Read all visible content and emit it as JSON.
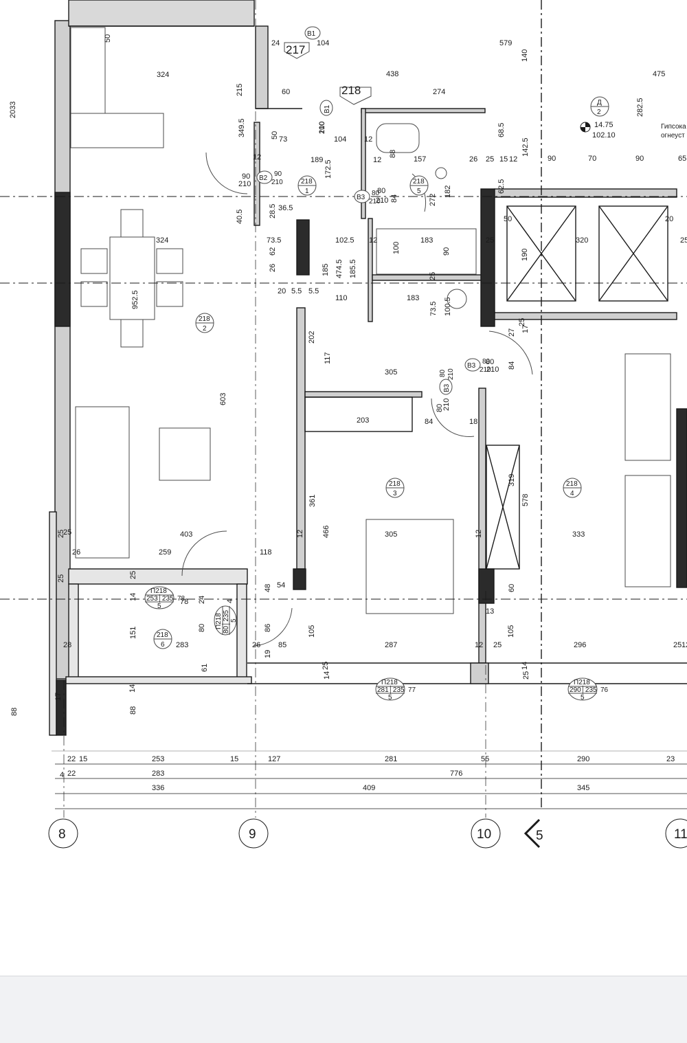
{
  "plan": {
    "top_room_tags": [
      "217",
      "218"
    ],
    "axes": [
      "8",
      "9",
      "10",
      "11"
    ],
    "section_marker": "5",
    "level": {
      "elev": "14.75",
      "abs": "102.10",
      "room_no": "2",
      "room_letter": "Д"
    },
    "side_note": [
      "Гипсока",
      "огнеуст"
    ],
    "rooms": [
      {
        "top": "218",
        "bottom": "1"
      },
      {
        "top": "218",
        "bottom": "2"
      },
      {
        "top": "218",
        "bottom": "3"
      },
      {
        "top": "218",
        "bottom": "4"
      },
      {
        "top": "218",
        "bottom": "5"
      },
      {
        "top": "218",
        "bottom": "6"
      }
    ],
    "windows": [
      {
        "code": "П218",
        "w": "253",
        "h": "235",
        "n": "5",
        "sill": "78"
      },
      {
        "code": "П218",
        "w": "80",
        "h": "235",
        "n": "5"
      },
      {
        "code": "П218",
        "w": "281",
        "h": "235",
        "n": "5",
        "sill": "77"
      },
      {
        "code": "П218",
        "w": "290",
        "h": "235",
        "n": "5",
        "sill": "76"
      }
    ],
    "doors": [
      {
        "code": "В1"
      },
      {
        "code": "В1"
      },
      {
        "code": "В2",
        "w": "90",
        "h": "210"
      },
      {
        "code": "В3",
        "w": "80",
        "h": "210"
      },
      {
        "code": "В3",
        "w": "80",
        "h": "210"
      },
      {
        "code": "В3",
        "w": "80",
        "h": "210"
      }
    ],
    "dims": [
      "50",
      "324",
      "215",
      "349.5",
      "24",
      "104",
      "579",
      "140",
      "438",
      "475",
      "60",
      "274",
      "100",
      "210",
      "282.5",
      "50",
      "73",
      "104",
      "12",
      "12",
      "88",
      "157",
      "68.5",
      "142.5",
      "90",
      "70",
      "90",
      "65",
      "90",
      "210",
      "12",
      "189",
      "172.5",
      "80",
      "210",
      "84",
      "272",
      "182",
      "26",
      "25",
      "15",
      "12",
      "62.5",
      "40.5",
      "28.5",
      "36.5",
      "73.5",
      "102.5",
      "12",
      "183",
      "90",
      "100",
      "25",
      "50",
      "320",
      "190",
      "20",
      "25",
      "324",
      "62",
      "26",
      "185",
      "474.5",
      "185.5",
      "20",
      "5.5",
      "5.5",
      "110",
      "183",
      "73.5",
      "100.5",
      "25",
      "952.5",
      "202",
      "27",
      "17",
      "25",
      "80",
      "210",
      "84",
      "305",
      "117",
      "603",
      "203",
      "18",
      "80",
      "210",
      "84",
      "319",
      "578",
      "361",
      "466",
      "403",
      "305",
      "333",
      "12",
      "12",
      "26",
      "259",
      "118",
      "25",
      "25",
      "25",
      "54",
      "48",
      "14",
      "78",
      "24",
      "4",
      "151",
      "283",
      "80",
      "86",
      "60",
      "105",
      "13",
      "287",
      "105",
      "296",
      "61",
      "85",
      "19",
      "26",
      "14",
      "25",
      "12",
      "25",
      "25",
      "14",
      "25",
      "12",
      "88",
      "14",
      "17",
      "2033",
      "88",
      "28",
      "25"
    ],
    "bottom_dims_row1": [
      "22",
      "15",
      "253",
      "15",
      "127",
      "281",
      "55",
      "290",
      "23"
    ],
    "bottom_dims_row2": [
      "4",
      "22",
      "283",
      "776"
    ],
    "bottom_dims_row3": [
      "336",
      "409",
      "345"
    ]
  },
  "colors": {
    "line": "#1a1a1a",
    "wall": "#3a3a3a",
    "column": "#2b2b2b",
    "bar": "#f1f2f4"
  }
}
